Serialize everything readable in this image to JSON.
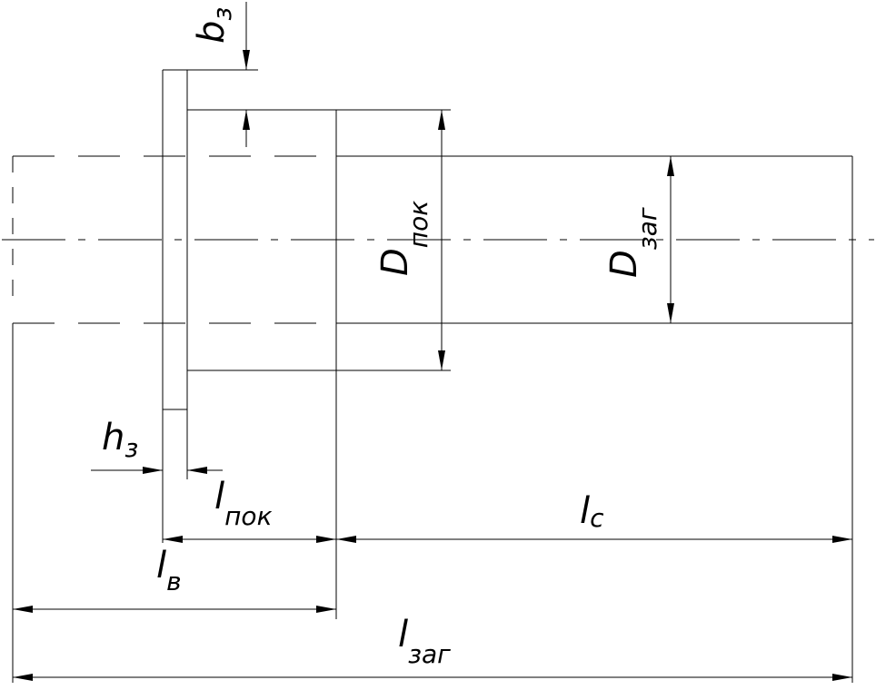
{
  "labels": {
    "b3": {
      "main": "b",
      "sub": "з"
    },
    "h3": {
      "main": "h",
      "sub": "з"
    },
    "d_pok": {
      "main": "D",
      "sub": "пок"
    },
    "d_zag": {
      "main": "D",
      "sub": "заг"
    },
    "l_pok": {
      "main": "l",
      "sub": "пок"
    },
    "l_c": {
      "main": "l",
      "sub": "c"
    },
    "l_v": {
      "main": "l",
      "sub": "в"
    },
    "l_zag": {
      "main": "l",
      "sub": "заг"
    }
  }
}
